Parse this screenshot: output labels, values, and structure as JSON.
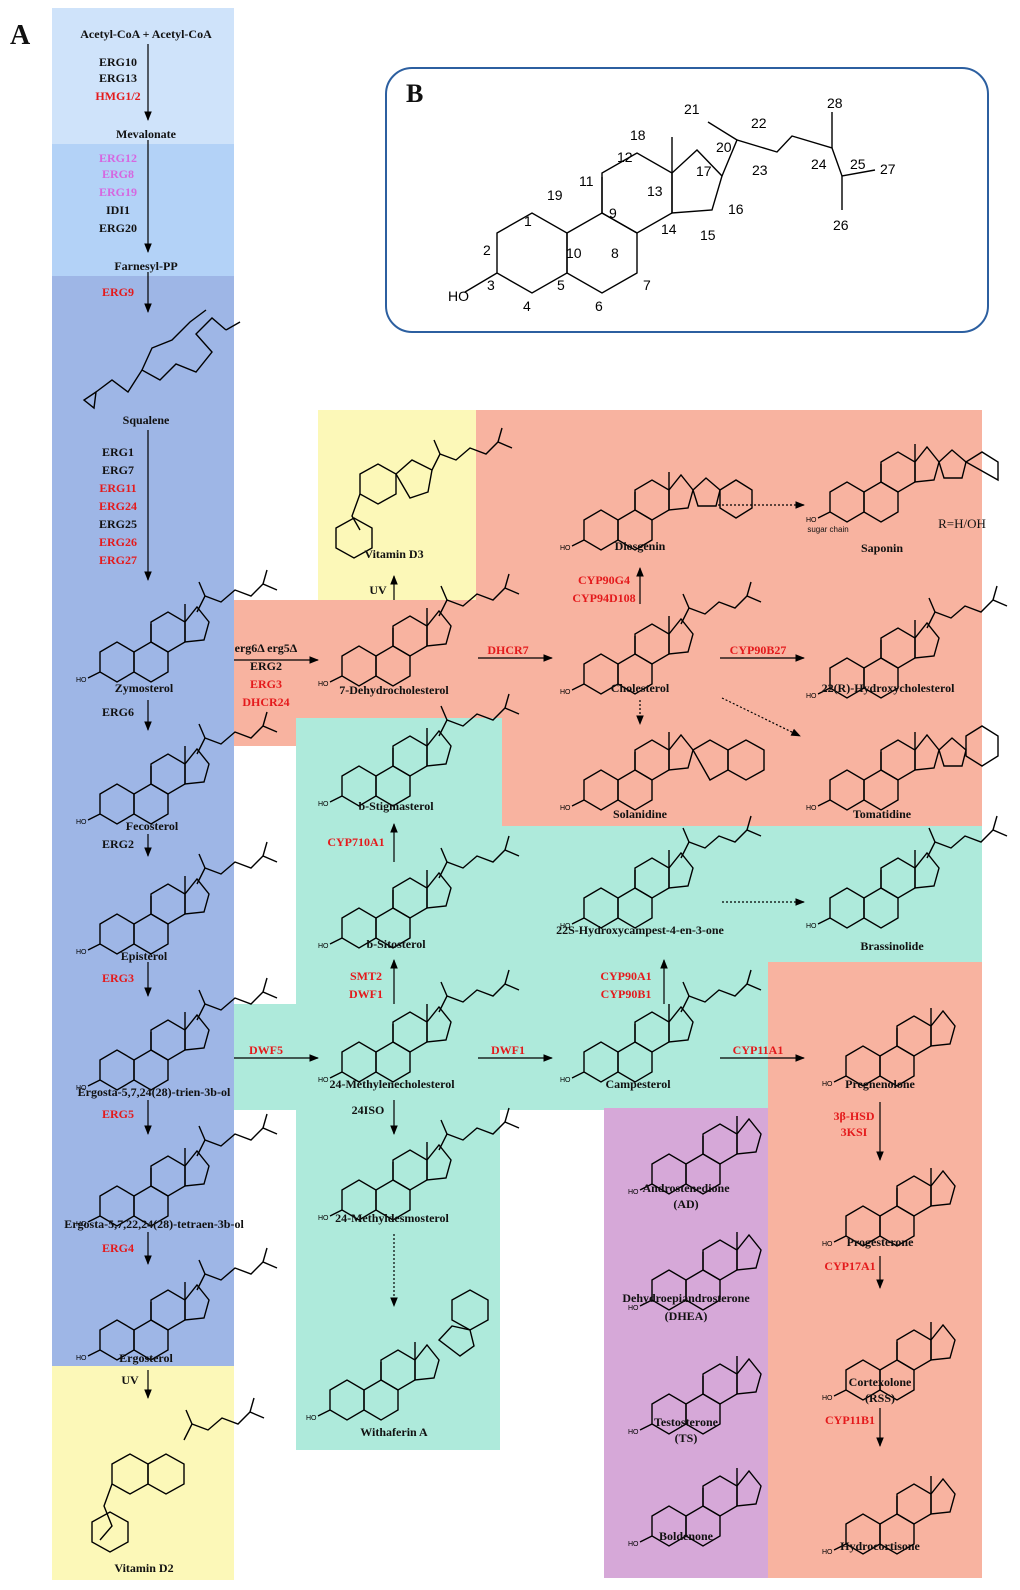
{
  "panel_a_label": "A",
  "panel_b_label": "B",
  "colors": {
    "mevalonate_bg": "#cfe3fa",
    "isoprenoid_bg": "#b3d2f7",
    "ergosterol_bg": "#9eb6e6",
    "vitamin_bg": "#fcf8b8",
    "animal_bg": "#f8b3a0",
    "plant_bg": "#aeeadb",
    "steroid_drug_bg": "#d6a8d8",
    "enzyme_red": "#e41a1c",
    "enzyme_magenta": "#d667e0",
    "enzyme_black": "#111111"
  },
  "compounds": {
    "acetyl": "Acetyl-CoA + Acetyl-CoA",
    "mevalonate": "Mevalonate",
    "farnesyl": "Farnesyl-PP",
    "squalene": "Squalene",
    "zymosterol": "Zymosterol",
    "fecosterol": "Fecosterol",
    "episterol": "Episterol",
    "ergostatrien": "Ergosta-5,7,24(28)-trien-3b-ol",
    "ergostatetraen": "Ergosta-5,7,22,24(28)-tetraen-3b-ol",
    "ergosterol": "Ergosterol",
    "vitd2": "Vitamin D2",
    "vitd3": "Vitamin D3",
    "dehydrochol": "7-Dehydrocholesterol",
    "cholesterol": "Cholesterol",
    "diosgenin": "Diosgenin",
    "saponin": "Saponin",
    "r_group": "R=H/OH",
    "sugar_chain": "sugar chain",
    "hydroxychol": "22(R)-Hydroxycholesterol",
    "solanidine": "Solanidine",
    "tomatidine": "Tomatidine",
    "stigmasterol": "b-Stigmasterol",
    "sitosterol": "b-Sitosterol",
    "methylenechol": "24-Methylenecholesterol",
    "methyldesmo": "24-Methyldesmosterol",
    "withaferin": "Withaferin A",
    "hydroxycampest": "22S-Hydroxycampest-4-en-3-one",
    "brassinolide": "Brassinolide",
    "campesterol": "Campesterol",
    "ad_line1": "Androstenedione",
    "ad_line2": "(AD)",
    "dhea_line1": "Dehydroepiandrosterone",
    "dhea_line2": "(DHEA)",
    "ts_line1": "Testosterone",
    "ts_line2": "(TS)",
    "boldenone": "Boldenone",
    "pregnenolone": "Pregnenolone",
    "progesterone": "Progesterone",
    "cortexolone_line1": "Cortexolone",
    "cortexolone_line2": "(RSS)",
    "hydrocortisone": "Hydrocortisone"
  },
  "enzymes": {
    "erg10": "ERG10",
    "erg13": "ERG13",
    "hmg": "HMG1/2",
    "erg12": "ERG12",
    "erg8": "ERG8",
    "erg19": "ERG19",
    "idi1": "IDI1",
    "erg20": "ERG20",
    "erg9": "ERG9",
    "erg1": "ERG1",
    "erg7": "ERG7",
    "erg11": "ERG11",
    "erg24": "ERG24",
    "erg25": "ERG25",
    "erg26": "ERG26",
    "erg27": "ERG27",
    "erg6": "ERG6",
    "erg2_main": "ERG2",
    "erg3_main": "ERG3",
    "erg5_main": "ERG5",
    "erg4": "ERG4",
    "uv_d2": "UV",
    "uv_d3": "UV",
    "erg6d": "erg6Δ erg5Δ",
    "erg2_side": "ERG2",
    "erg3_side": "ERG3",
    "dhcr24": "DHCR24",
    "dhcr7": "DHCR7",
    "cyp90g4": "CYP90G4",
    "cyp94d108": "CYP94D108",
    "cyp90b27": "CYP90B27",
    "cyp710a1": "CYP710A1",
    "smt2": "SMT2",
    "dwf1_up": "DWF1",
    "dwf5": "DWF5",
    "iso24": "24ISO",
    "dwf1_right": "DWF1",
    "cyp90a1": "CYP90A1",
    "cyp90b1": "CYP90B1",
    "cyp11a1": "CYP11A1",
    "hsd": "3β-HSD",
    "ksi": "3KSI",
    "cyp17a1": "CYP17A1",
    "cyp11b1": "CYP11B1"
  },
  "panel_b": {
    "hydroxyl": "HO",
    "numbers": [
      "1",
      "2",
      "3",
      "4",
      "5",
      "6",
      "7",
      "8",
      "9",
      "10",
      "11",
      "12",
      "13",
      "14",
      "15",
      "16",
      "17",
      "18",
      "19",
      "20",
      "21",
      "22",
      "23",
      "24",
      "25",
      "26",
      "27",
      "28"
    ]
  }
}
